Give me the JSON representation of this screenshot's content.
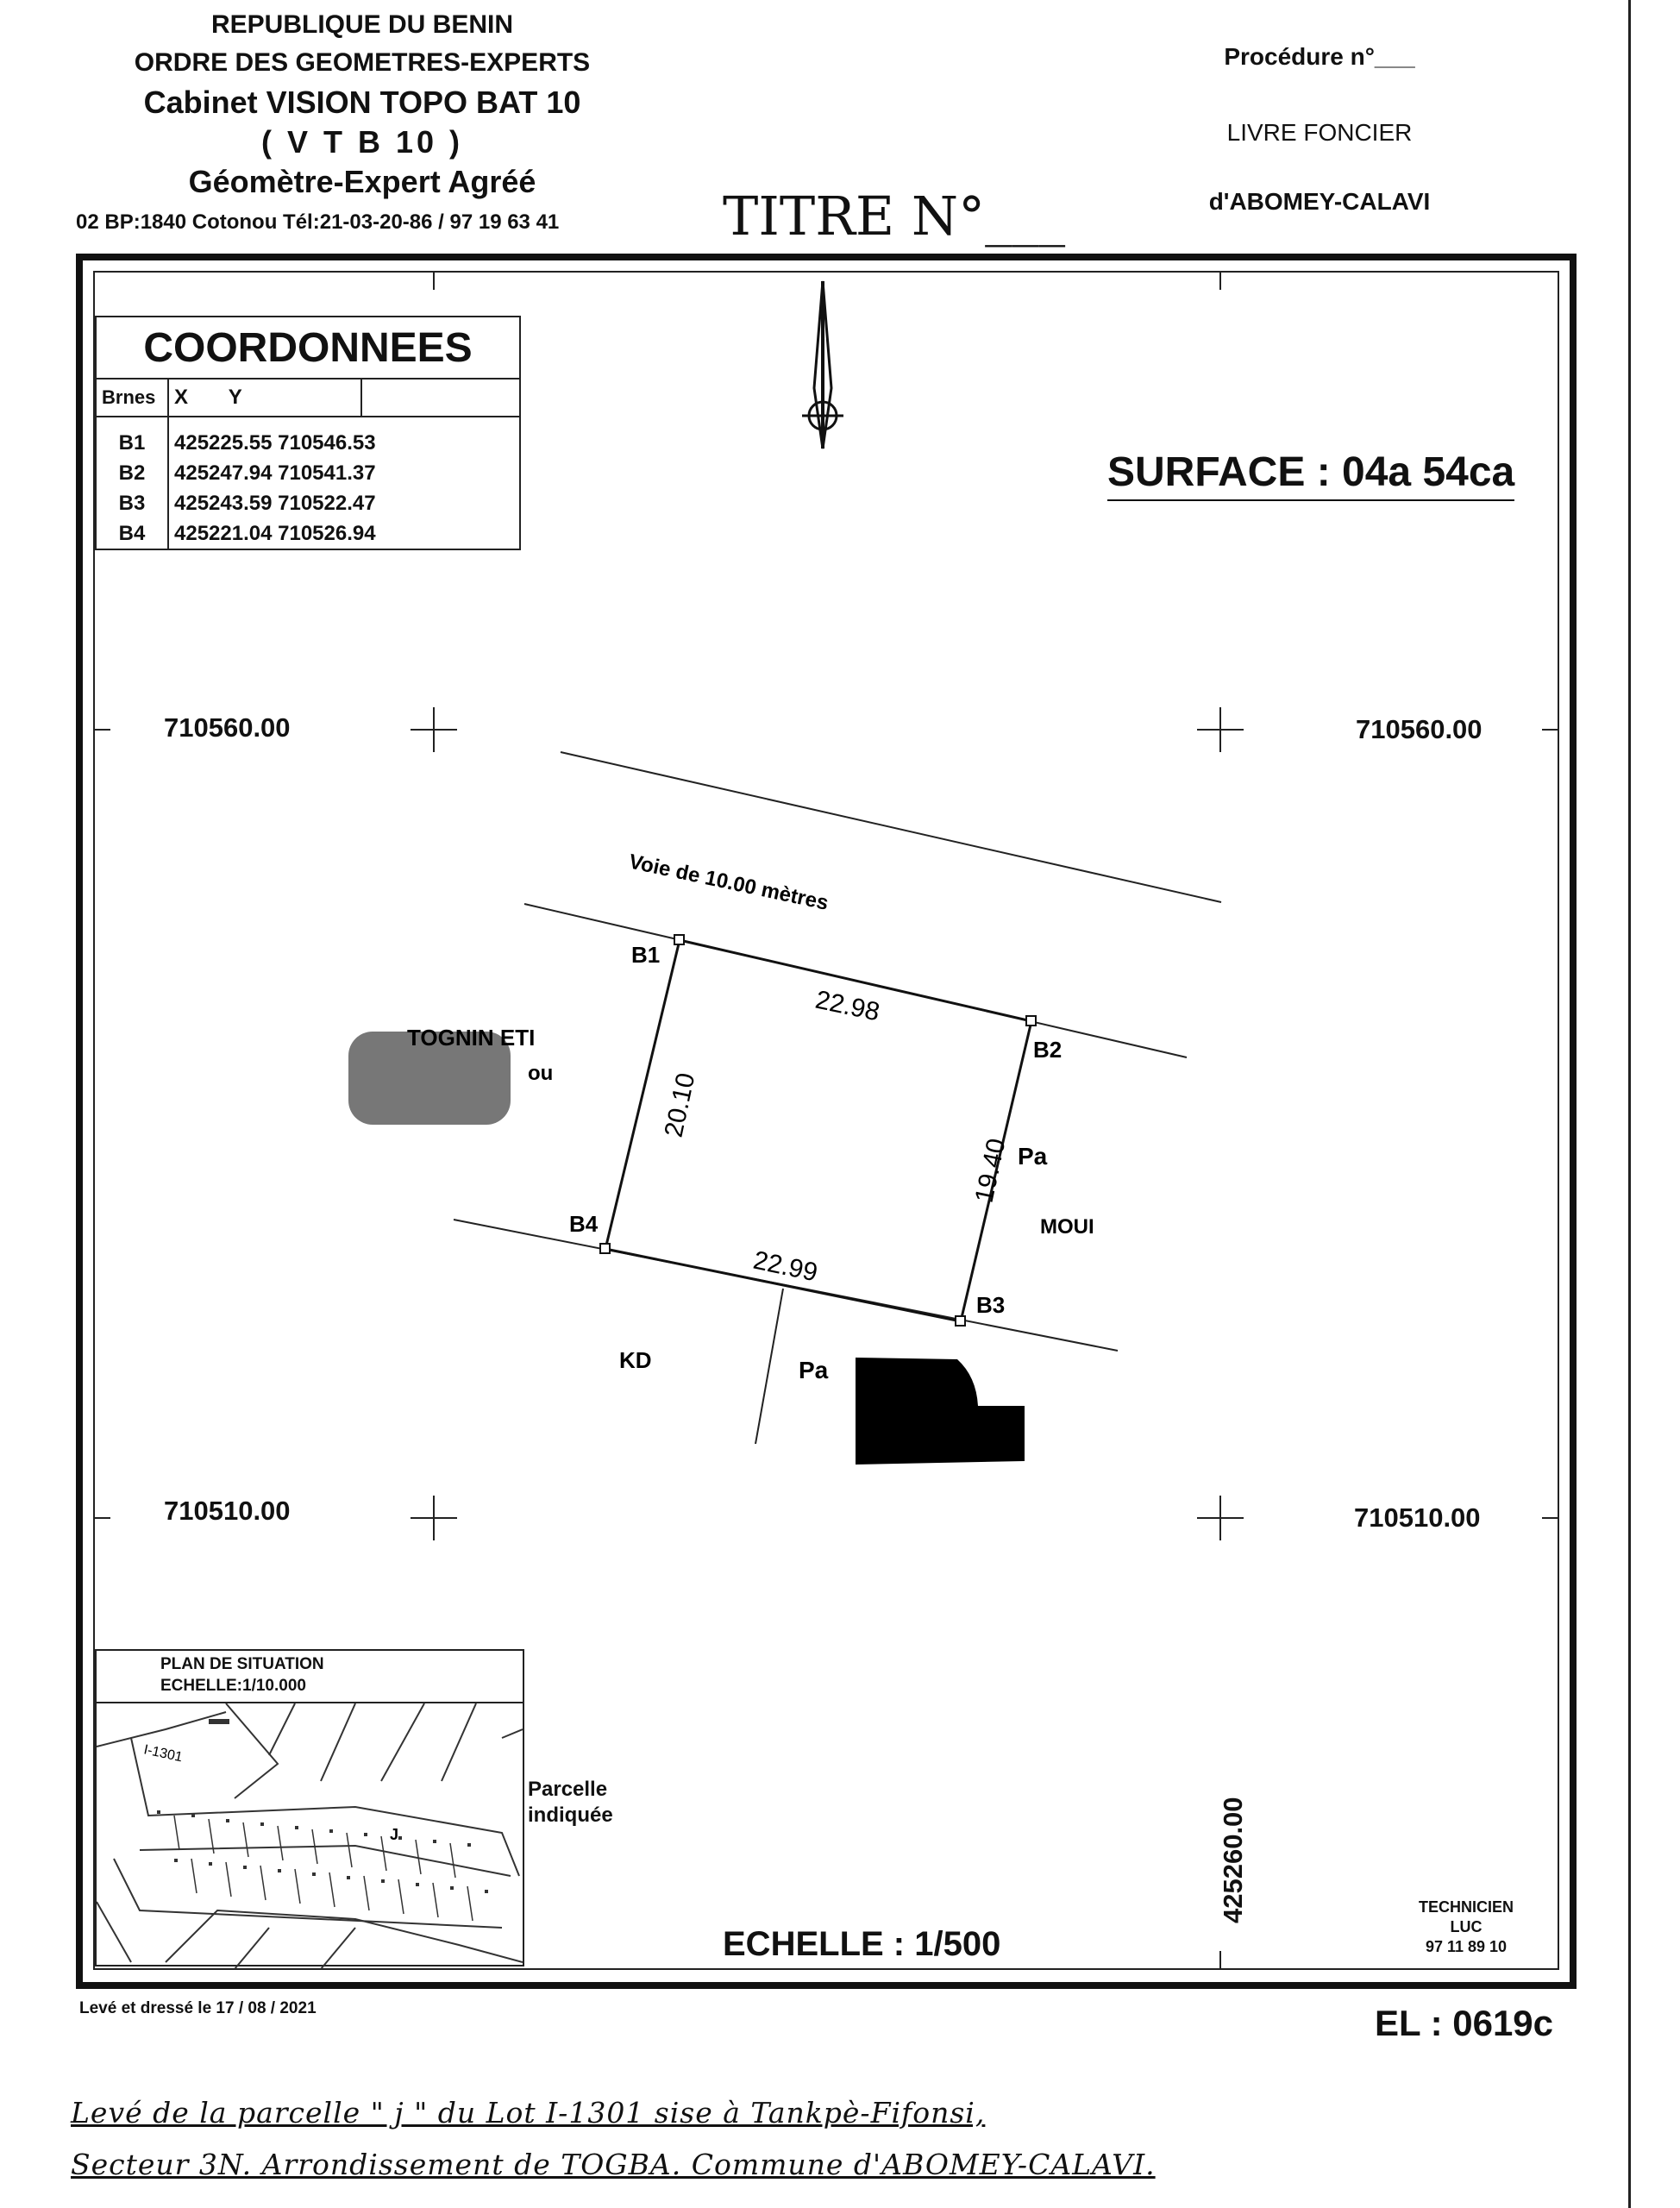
{
  "header_left": {
    "line1": "REPUBLIQUE DU BENIN",
    "line2": "ORDRE DES GEOMETRES-EXPERTS",
    "line3": "Cabinet VISION TOPO  BAT 10",
    "line4": "( V T B  10 )",
    "line5": "Géomètre-Expert Agréé",
    "line6": "02 BP:1840  Cotonou  Tél:21-03-20-86 / 97 19 63 41"
  },
  "title": "TITRE  N°___",
  "header_right": {
    "procedure": "Procédure n°___",
    "livre": "LIVRE FONCIER",
    "commune": "d'ABOMEY-CALAVI"
  },
  "coordinates_table": {
    "title": "COORDONNEES",
    "headers": [
      "Brnes",
      "X",
      "Y"
    ],
    "rows": [
      {
        "id": "B1",
        "x": "425225.55",
        "y": "710546.53"
      },
      {
        "id": "B2",
        "x": "425247.94",
        "y": "710541.37"
      },
      {
        "id": "B3",
        "x": "425243.59",
        "y": "710522.47"
      },
      {
        "id": "B4",
        "x": "425221.04",
        "y": "710526.94"
      }
    ]
  },
  "surface": "SURFACE : 04a 54ca",
  "grid": {
    "y_top_left": "710560.00",
    "y_top_right": "710560.00",
    "y_bottom_left": "710510.00",
    "y_bottom_right": "710510.00",
    "x_bottom": "425260.00"
  },
  "plot": {
    "road": "Voie de 10.00 mètres",
    "b1": "B1",
    "b2": "B2",
    "b3": "B3",
    "b4": "B4",
    "d_top": "22.98",
    "d_bottom": "22.99",
    "d_left": "20.10",
    "d_right": "19.40",
    "n_right1": "Pa",
    "n_right2": "MOUI",
    "n_left1": "TOGNIN ETI",
    "n_left2": "ou",
    "n_bottom1": "KD",
    "n_bottom2": "Pa"
  },
  "situation": {
    "title": "PLAN DE SITUATION",
    "scale": "ECHELLE:1/10.000",
    "lot": "I-1301",
    "parcel_label_1": "Parcelle",
    "parcel_label_2": "indiquée",
    "parcel_letter": "J"
  },
  "echelle": "ECHELLE : 1/500",
  "technician": {
    "line1": "TECHNICIEN",
    "line2": "LUC",
    "line3": "97 11 89 10"
  },
  "leve": "Levé et dressé le 17 / 08 / 2021",
  "el": "EL : 0619c",
  "footer": {
    "line1": "Levé de la parcelle \" j \" du Lot I-1301 sise à Tankpè-Fifonsi,",
    "line2": "Secteur 3N. Arrondissement de TOGBA. Commune d'ABOMEY-CALAVI."
  }
}
